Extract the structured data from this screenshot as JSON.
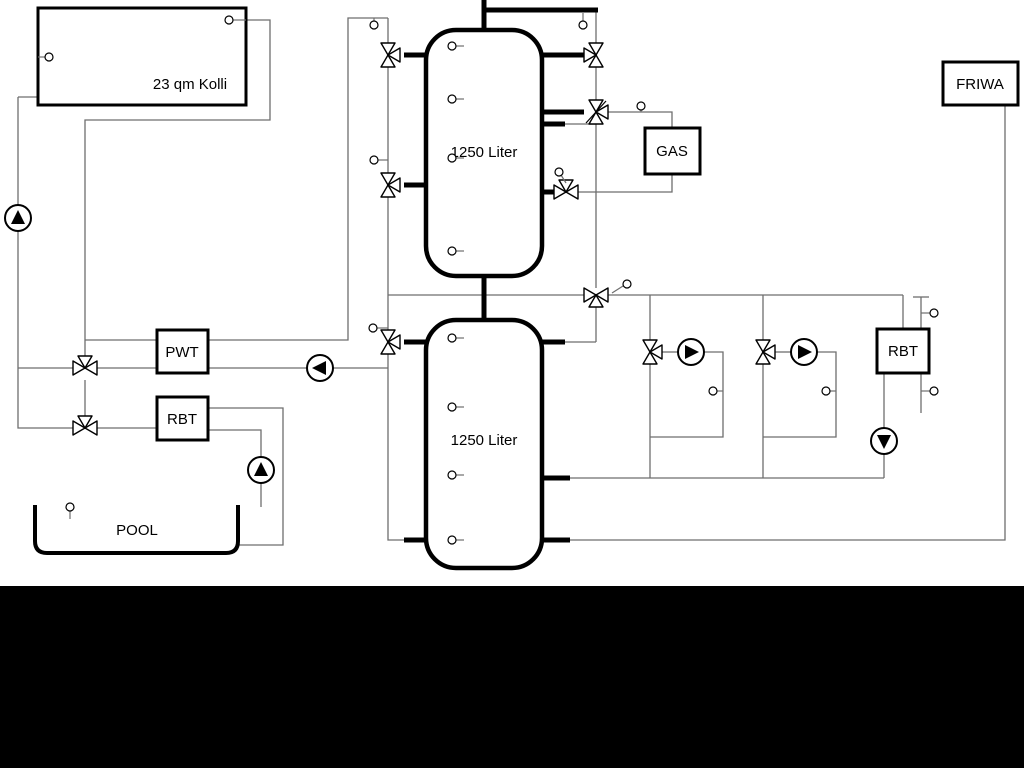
{
  "diagram": {
    "type": "hydraulic-heating-schematic",
    "labels": {
      "collector": "23 qm Kolli",
      "tank_top": "1250 Liter",
      "tank_bottom": "1250 Liter",
      "pwt": "PWT",
      "rbt_left": "RBT",
      "pool": "POOL",
      "gas": "GAS",
      "friwa": "FRIWA",
      "rbt_right": "RBT"
    },
    "colors": {
      "background": "#ffffff",
      "pipe_thin": "#6e6e6e",
      "pipe_thick": "#000000",
      "component_outline": "#000000",
      "footer_bar": "#000000"
    },
    "icons": {
      "pump": "circle-with-solid-triangle",
      "three_way_valve": "bowtie-triangles",
      "check_valve": "bowtie-with-slash",
      "sensor": "small-circle-with-stem"
    }
  }
}
